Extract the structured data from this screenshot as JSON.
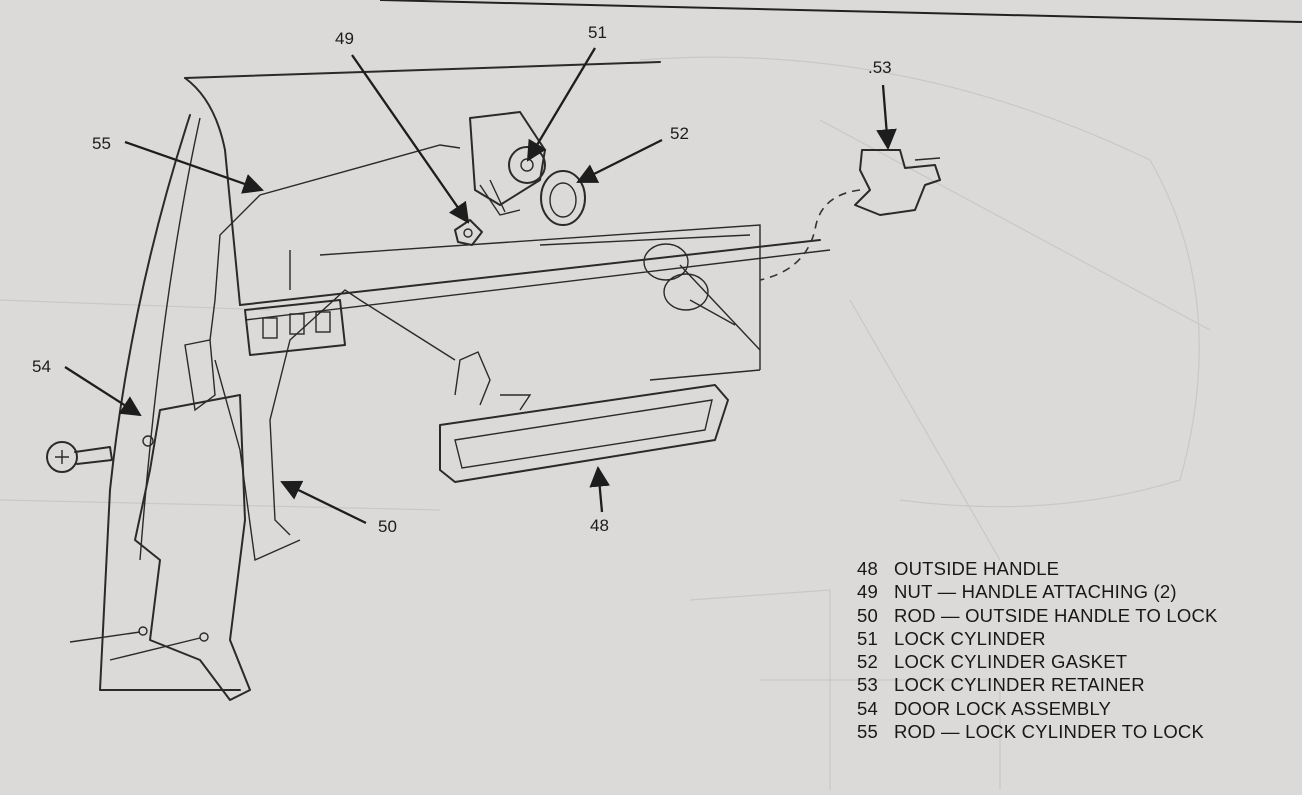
{
  "callouts": [
    {
      "id": "49",
      "label": "49"
    },
    {
      "id": "51",
      "label": "51"
    },
    {
      "id": "52",
      "label": "52"
    },
    {
      "id": "53",
      "label": ".53"
    },
    {
      "id": "55",
      "label": "55"
    },
    {
      "id": "54",
      "label": "54"
    },
    {
      "id": "50",
      "label": "50"
    },
    {
      "id": "48",
      "label": "48"
    }
  ],
  "legend": [
    {
      "num": "48",
      "text": "OUTSIDE HANDLE"
    },
    {
      "num": "49",
      "text": "NUT — HANDLE ATTACHING (2)"
    },
    {
      "num": "50",
      "text": "ROD — OUTSIDE HANDLE TO LOCK"
    },
    {
      "num": "51",
      "text": "LOCK CYLINDER"
    },
    {
      "num": "52",
      "text": "LOCK CYLINDER GASKET"
    },
    {
      "num": "53",
      "text": "LOCK CYLINDER RETAINER"
    },
    {
      "num": "54",
      "text": "DOOR LOCK ASSEMBLY"
    },
    {
      "num": "55",
      "text": "ROD — LOCK CYLINDER TO LOCK"
    }
  ]
}
